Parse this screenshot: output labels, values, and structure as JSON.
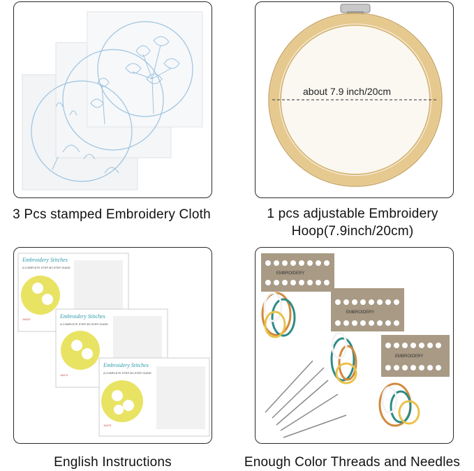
{
  "panels": [
    {
      "caption": "3 Pcs stamped Embroidery Cloth"
    },
    {
      "caption_line1": "1 pcs adjustable Embroidery",
      "caption_line2": "Hoop(7.9inch/20cm)",
      "measure_label": "about 7.9 inch/20cm"
    },
    {
      "caption": "English Instructions",
      "guide_title": "Embroidery Stitches",
      "guide_subtitle": "A COMPLETE STEP-BY-STEP GUIDE",
      "codes": [
        "JA023",
        "JA074",
        "JA075"
      ]
    },
    {
      "caption": "Enough Color Threads and Needles",
      "card_text": "EMBROIDERY"
    }
  ],
  "colors": {
    "border": "#2a2a2a",
    "hoop_wood": "#e6c98f",
    "pattern_blue": "#9cc3df",
    "guide_title": "#2c9aa8",
    "guide_yellow": "#e9e364"
  }
}
